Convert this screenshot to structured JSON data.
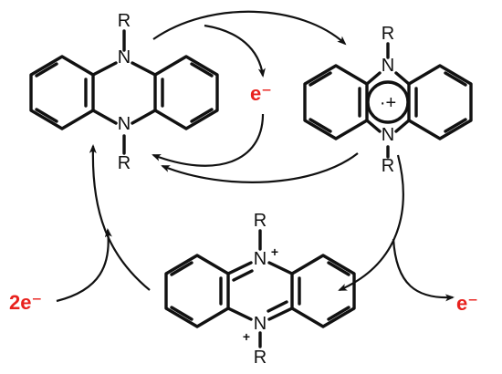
{
  "colors": {
    "ink": "#111111",
    "electron": "#e8211d",
    "background": "#ffffff"
  },
  "molecules": {
    "reduced": {
      "top_substituent": "R",
      "bottom_substituent": "R",
      "top_atom": "N",
      "bottom_atom": "N"
    },
    "radical_cation": {
      "top_substituent": "R",
      "bottom_substituent": "R",
      "top_atom": "N",
      "bottom_atom": "N",
      "center_charge": "·+"
    },
    "dication": {
      "top_substituent": "R",
      "bottom_substituent": "R",
      "top_atom": "N",
      "bottom_atom": "N",
      "top_charge": "+",
      "bottom_charge": "+"
    }
  },
  "electrons": {
    "top_step": "e⁻",
    "bottom_right_step": "e⁻",
    "left_step": "2e⁻"
  }
}
